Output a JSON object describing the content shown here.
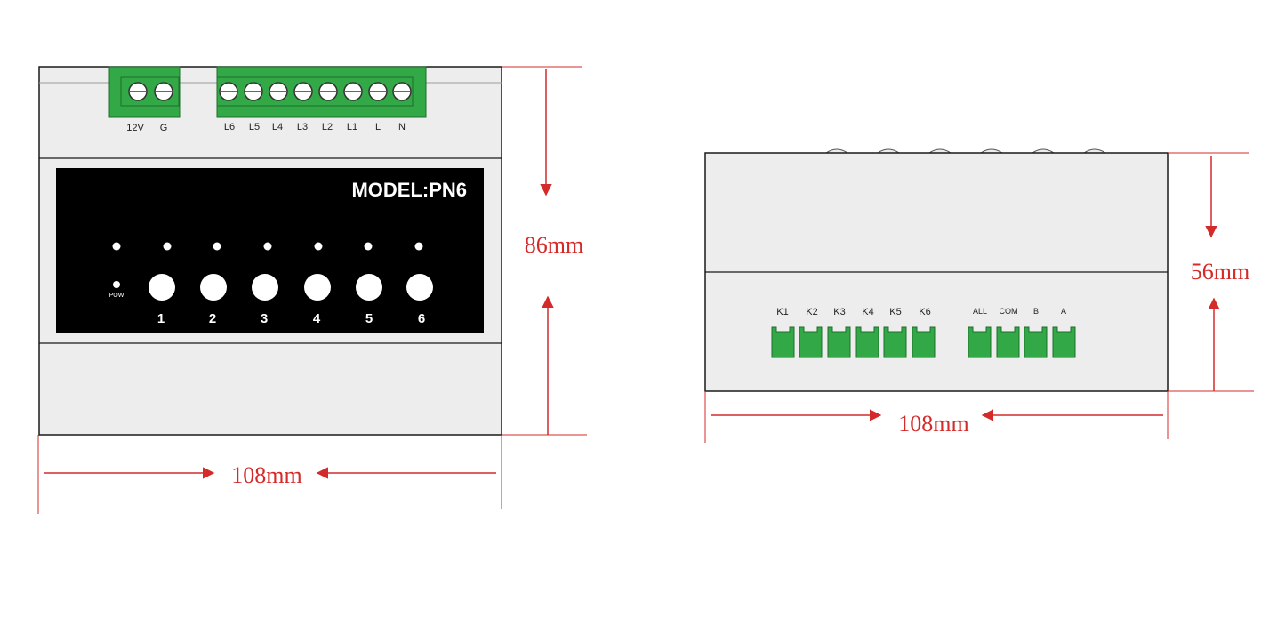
{
  "front_view": {
    "model": "MODEL:PN6",
    "power_terminals": [
      "12V",
      "G"
    ],
    "load_terminals": [
      "L6",
      "L5",
      "L4",
      "L3",
      "L2",
      "L1",
      "L",
      "N"
    ],
    "power_indicator": "POW",
    "buttons": [
      "1",
      "2",
      "3",
      "4",
      "5",
      "6"
    ],
    "height_label": "86mm",
    "width_label": "108mm"
  },
  "side_view": {
    "input_terminals": [
      "K1",
      "K2",
      "K3",
      "K4",
      "K5",
      "K6"
    ],
    "bus_terminals": [
      "ALL",
      "COM",
      "B",
      "A"
    ],
    "height_label": "56mm",
    "width_label": "108mm"
  },
  "colors": {
    "housing": "#ededed",
    "panel": "#000000",
    "terminal_green": "#33a847",
    "dimension_red": "#d42a2a"
  }
}
